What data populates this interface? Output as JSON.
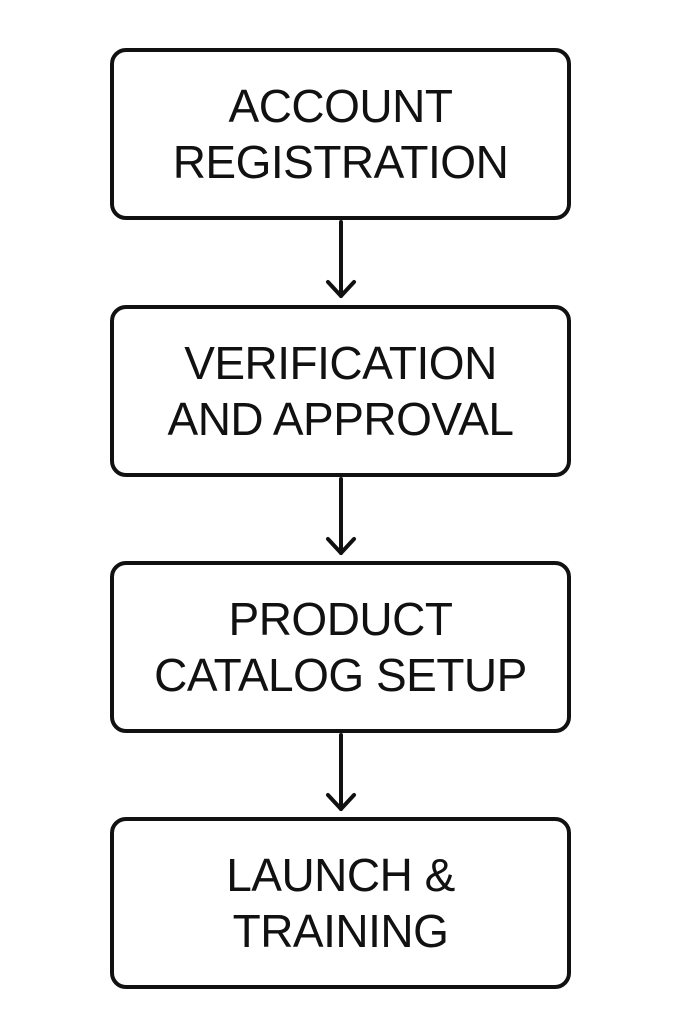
{
  "steps": [
    {
      "label": "ACCOUNT\nREGISTRATION"
    },
    {
      "label": "VERIFICATION\nAND APPROVAL"
    },
    {
      "label": "PRODUCT\nCATALOG SETUP"
    },
    {
      "label": "LAUNCH &\nTRAINING"
    }
  ],
  "colors": {
    "stroke": "#111111",
    "background": "#ffffff"
  }
}
